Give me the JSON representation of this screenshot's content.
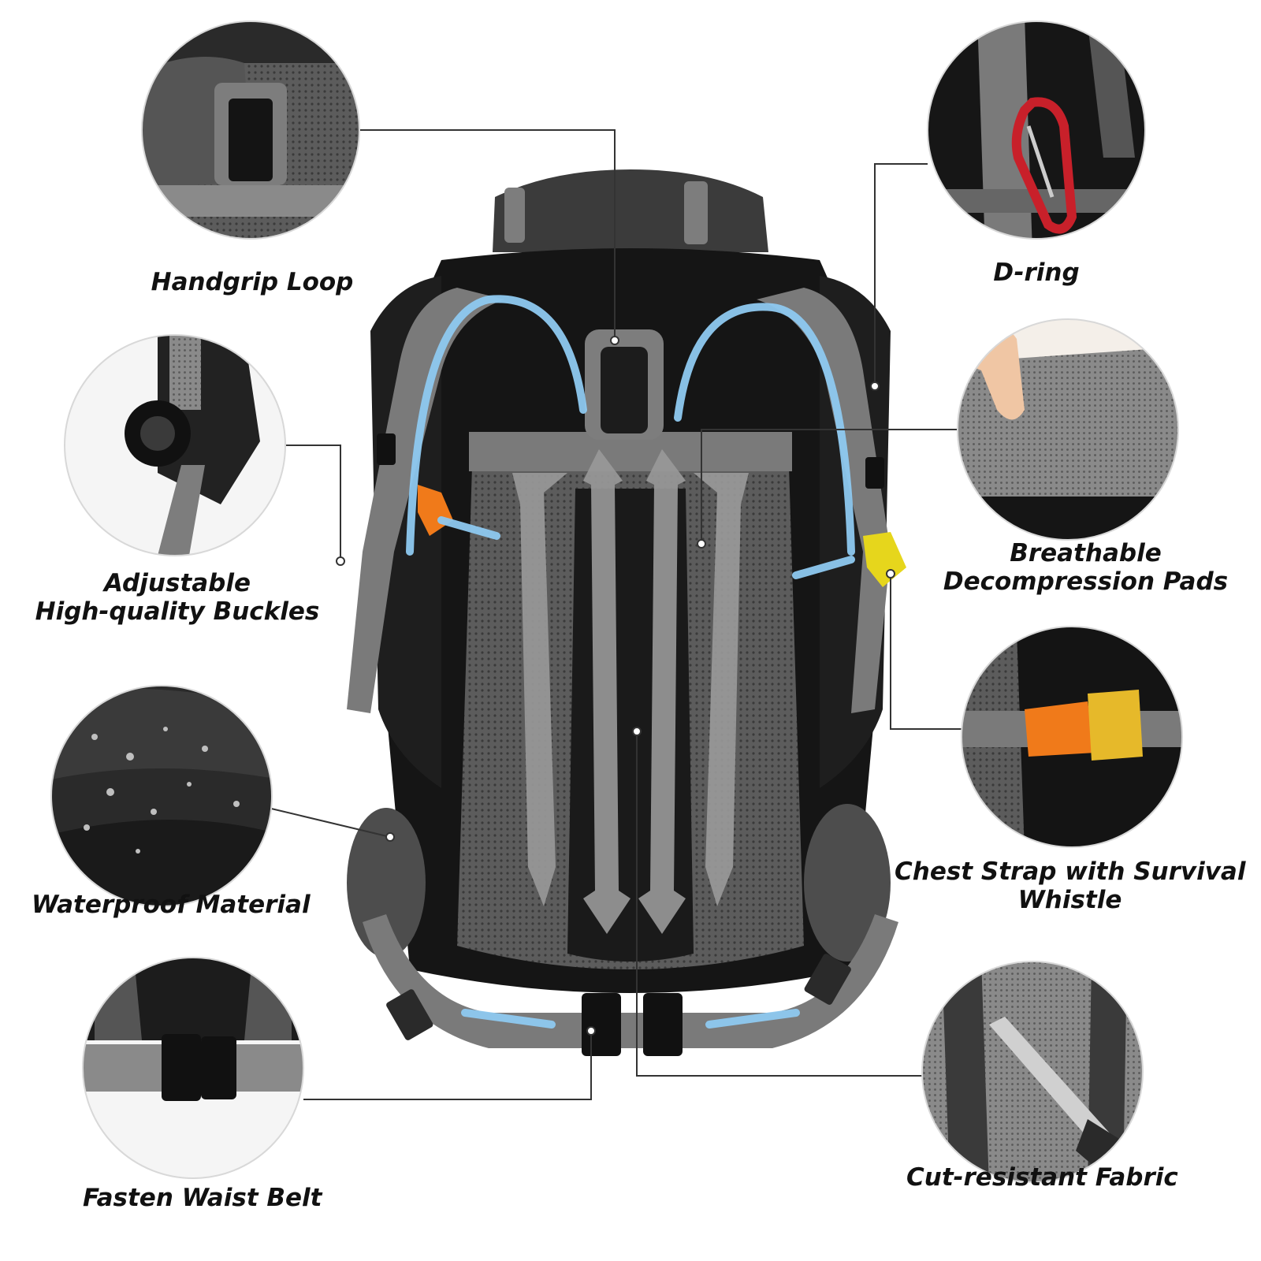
{
  "features": {
    "handgrip_loop": {
      "label": "Handgrip Loop"
    },
    "d_ring": {
      "label": "D-ring"
    },
    "adjustable_buckles": {
      "line1": "Adjustable",
      "line2": "High-quality Buckles"
    },
    "breathable_pads": {
      "line1": "Breathable",
      "line2": "Decompression Pads"
    },
    "waterproof_material": {
      "label": "Waterproof Material"
    },
    "chest_strap": {
      "line1": "Chest Strap with Survival",
      "line2": "Whistle"
    },
    "waist_belt": {
      "label": "Fasten Waist Belt"
    },
    "cut_resistant": {
      "label": "Cut-resistant Fabric"
    }
  },
  "colors": {
    "text": "#111111",
    "bag_black": "#151515",
    "strap_grey": "#7d7d7d",
    "mesh_grey": "#5f5f5f",
    "airflow_blue": "#8ec9f0",
    "whistle_orange": "#f07a1a",
    "buckle_yellow": "#e6d61c",
    "carabiner_red": "#c8202a",
    "callout_line": "#333333"
  }
}
